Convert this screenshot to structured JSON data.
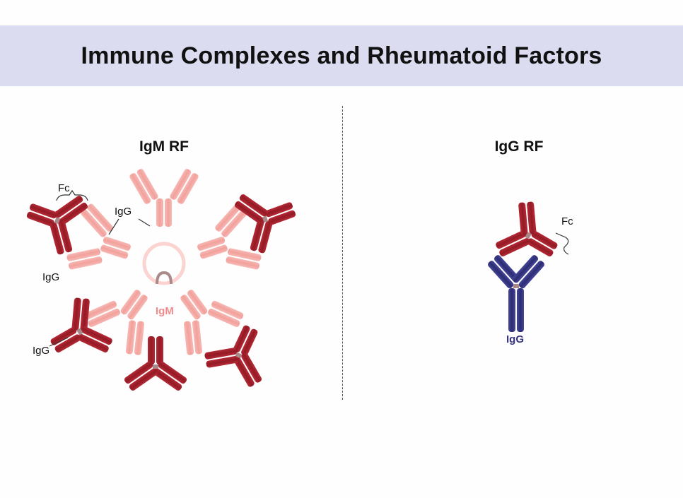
{
  "title": "Immune Complexes and Rheumatoid Factors",
  "panels": {
    "left": {
      "title": "IgM RF"
    },
    "right": {
      "title": "IgG RF"
    }
  },
  "labels": {
    "fc": "Fc",
    "igg": "IgG",
    "igm": "IgM"
  },
  "colors": {
    "banner": "#dcdcf1",
    "igm_pink": "#f4a7a3",
    "igg_red": "#a61f2b",
    "igg_blue": "#34347e"
  }
}
